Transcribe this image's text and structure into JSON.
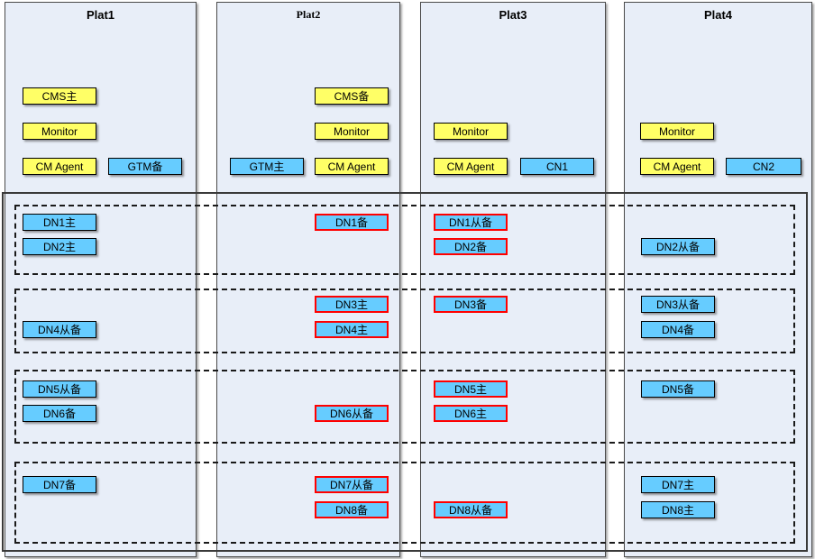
{
  "colors": {
    "platform_bg": "#E8EEF8",
    "yellow_box": "#FFFF66",
    "blue_box": "#66CCFF",
    "highlight_border": "#FF0000",
    "normal_border": "#000000"
  },
  "platforms": [
    {
      "title": "Plat1"
    },
    {
      "title": "Plat2"
    },
    {
      "title": "Plat3"
    },
    {
      "title": "Plat4"
    }
  ],
  "services": {
    "plat1": {
      "cms": "CMS主",
      "monitor": "Monitor",
      "cm_agent": "CM Agent",
      "gtm": "GTM备"
    },
    "plat2": {
      "cms": "CMS备",
      "monitor": "Monitor",
      "gtm": "GTM主",
      "cm_agent": "CM Agent"
    },
    "plat3": {
      "monitor": "Monitor",
      "cm_agent": "CM Agent",
      "cn": "CN1"
    },
    "plat4": {
      "monitor": "Monitor",
      "cm_agent": "CM Agent",
      "cn": "CN2"
    }
  },
  "dn_groups": [
    {
      "boxes": [
        {
          "label": "DN1主",
          "platform": "Plat1",
          "row": 1,
          "highlighted": false
        },
        {
          "label": "DN2主",
          "platform": "Plat1",
          "row": 2,
          "highlighted": false
        },
        {
          "label": "DN1备",
          "platform": "Plat2",
          "row": 1,
          "highlighted": true
        },
        {
          "label": "DN1从备",
          "platform": "Plat3",
          "row": 1,
          "highlighted": true
        },
        {
          "label": "DN2备",
          "platform": "Plat3",
          "row": 2,
          "highlighted": true
        },
        {
          "label": "DN2从备",
          "platform": "Plat4",
          "row": 2,
          "highlighted": false
        }
      ]
    },
    {
      "boxes": [
        {
          "label": "DN4从备",
          "platform": "Plat1",
          "row": 2,
          "highlighted": false
        },
        {
          "label": "DN3主",
          "platform": "Plat2",
          "row": 1,
          "highlighted": true
        },
        {
          "label": "DN4主",
          "platform": "Plat2",
          "row": 2,
          "highlighted": true
        },
        {
          "label": "DN3备",
          "platform": "Plat3",
          "row": 1,
          "highlighted": true
        },
        {
          "label": "DN3从备",
          "platform": "Plat4",
          "row": 1,
          "highlighted": false
        },
        {
          "label": "DN4备",
          "platform": "Plat4",
          "row": 2,
          "highlighted": false
        }
      ]
    },
    {
      "boxes": [
        {
          "label": "DN5从备",
          "platform": "Plat1",
          "row": 1,
          "highlighted": false
        },
        {
          "label": "DN6备",
          "platform": "Plat1",
          "row": 2,
          "highlighted": false
        },
        {
          "label": "DN6从备",
          "platform": "Plat2",
          "row": 2,
          "highlighted": true
        },
        {
          "label": "DN5主",
          "platform": "Plat3",
          "row": 1,
          "highlighted": true
        },
        {
          "label": "DN6主",
          "platform": "Plat3",
          "row": 2,
          "highlighted": true
        },
        {
          "label": "DN5备",
          "platform": "Plat4",
          "row": 1,
          "highlighted": false
        }
      ]
    },
    {
      "boxes": [
        {
          "label": "DN7备",
          "platform": "Plat1",
          "row": 1,
          "highlighted": false
        },
        {
          "label": "DN7从备",
          "platform": "Plat2",
          "row": 1,
          "highlighted": true
        },
        {
          "label": "DN8备",
          "platform": "Plat2",
          "row": 2,
          "highlighted": true
        },
        {
          "label": "DN8从备",
          "platform": "Plat3",
          "row": 2,
          "highlighted": true
        },
        {
          "label": "DN7主",
          "platform": "Plat4",
          "row": 1,
          "highlighted": false
        },
        {
          "label": "DN8主",
          "platform": "Plat4",
          "row": 2,
          "highlighted": false
        }
      ]
    }
  ]
}
